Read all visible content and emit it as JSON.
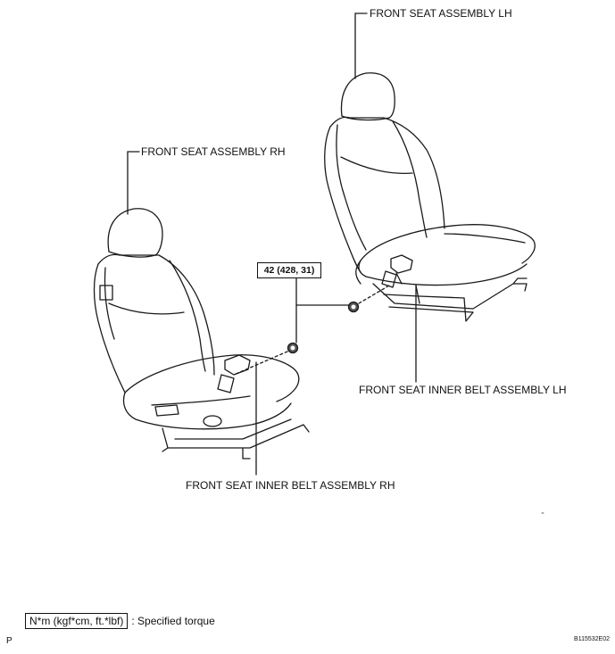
{
  "labels": {
    "lh_seat": "FRONT SEAT ASSEMBLY LH",
    "rh_seat": "FRONT SEAT ASSEMBLY RH",
    "lh_belt": "FRONT SEAT INNER BELT ASSEMBLY LH",
    "rh_belt": "FRONT SEAT INNER BELT ASSEMBLY RH",
    "torque": "42 (428, 31)"
  },
  "legend": {
    "unit": "N*m (kgf*cm, ft.*lbf)",
    "text": ": Specified torque"
  },
  "footer": {
    "corner": "P",
    "code": "B115532E02"
  }
}
